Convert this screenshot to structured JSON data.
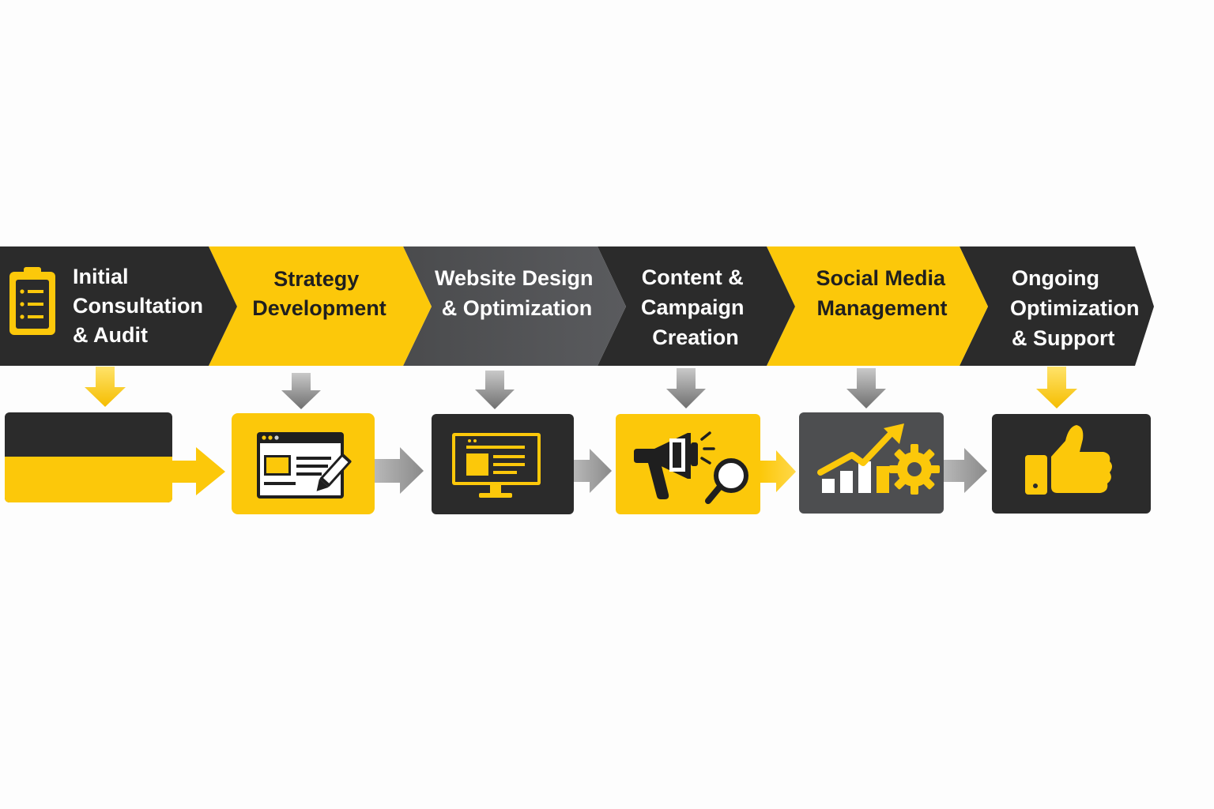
{
  "colors": {
    "yellow": "#fcc80a",
    "dark": "#2b2b2b",
    "gray": "#4d4e50",
    "arrow_gray": "#9e9e9e",
    "white": "#ffffff",
    "background": "#fdfdfd"
  },
  "steps": [
    {
      "label_lines": [
        "Initial",
        "Consultation",
        "& Audit"
      ],
      "chevron_color": "dark",
      "icon": "clipboard-icon"
    },
    {
      "label_lines": [
        "Strategy",
        "Development"
      ],
      "chevron_color": "yellow",
      "icon": "browser-pencil-icon"
    },
    {
      "label_lines": [
        "Website Design",
        "& Optimization"
      ],
      "chevron_color": "gray",
      "icon": "monitor-icon"
    },
    {
      "label_lines": [
        "Content &",
        "Campaign",
        "Creation"
      ],
      "chevron_color": "dark",
      "icon": "megaphone-magnifier-icon"
    },
    {
      "label_lines": [
        "Social Media",
        "Management"
      ],
      "chevron_color": "yellow",
      "icon": "growth-chart-gear-icon"
    },
    {
      "label_lines": [
        "Ongoing",
        "Optimization",
        "& Support"
      ],
      "chevron_color": "dark",
      "icon": "thumbs-up-icon"
    }
  ]
}
